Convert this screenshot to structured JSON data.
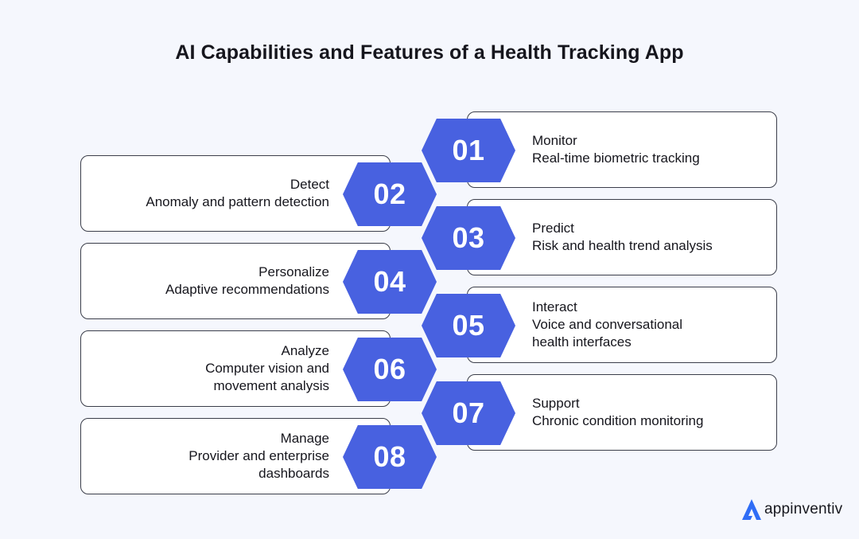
{
  "title": "AI Capabilities and Features of a Health Tracking App",
  "items": [
    {
      "number": "01",
      "heading": "Monitor",
      "lines": [
        "Real-time biometric tracking"
      ]
    },
    {
      "number": "02",
      "heading": "Detect",
      "lines": [
        "Anomaly and pattern detection"
      ]
    },
    {
      "number": "03",
      "heading": "Predict",
      "lines": [
        "Risk and health trend analysis"
      ]
    },
    {
      "number": "04",
      "heading": "Personalize",
      "lines": [
        "Adaptive recommendations"
      ]
    },
    {
      "number": "05",
      "heading": "Interact",
      "lines": [
        "Voice and conversational",
        "health interfaces"
      ]
    },
    {
      "number": "06",
      "heading": "Analyze",
      "lines": [
        "Computer vision and",
        "movement analysis"
      ]
    },
    {
      "number": "07",
      "heading": "Support",
      "lines": [
        "Chronic condition monitoring"
      ]
    },
    {
      "number": "08",
      "heading": "Manage",
      "lines": [
        "Provider and enterprise",
        "dashboards"
      ]
    }
  ],
  "brand": {
    "name": "appinventiv",
    "icon": "appinventiv-logo-icon",
    "accent": "#4861e0"
  }
}
